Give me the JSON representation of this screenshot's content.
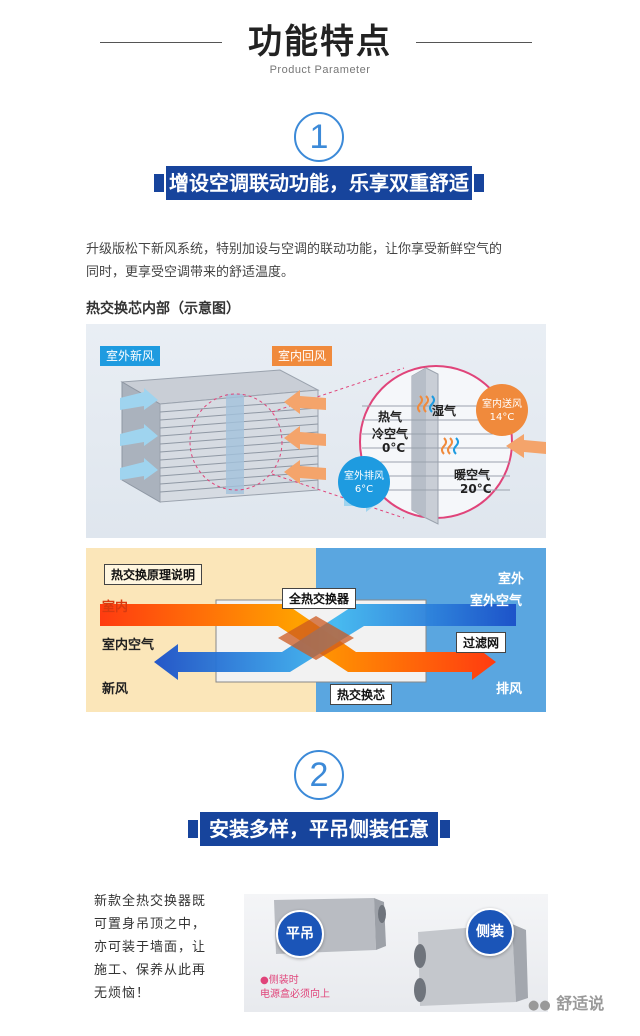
{
  "header": {
    "title": "功能特点",
    "subtitle": "Product Parameter"
  },
  "section1": {
    "number": "1",
    "banner": "增设空调联动功能，乐享双重舒适",
    "paragraph_line1": "升级版松下新风系统，特别加设与空调的联动功能，让你享受新鲜空气的",
    "paragraph_line2": "同时，更享受空调带来的舒适温度。",
    "subhead": "热交换芯内部（示意图）"
  },
  "diagram1": {
    "tag_outdoor": "室外新风",
    "tag_indoor_return": "室内回风",
    "humid": "湿气",
    "hot": "热气",
    "cold_air": "冷空气",
    "cold_temp": "0°C",
    "warm_air": "暖空气",
    "warm_temp": "20°C",
    "supply_label": "室内送风",
    "supply_temp": "14°C",
    "exhaust_label": "室外排风",
    "exhaust_temp": "6°C",
    "colors": {
      "blue_tag": "#1e9be0",
      "orange_tag": "#f08a3c",
      "pink": "#e0447a"
    }
  },
  "diagram2": {
    "title": "热交换原理说明",
    "left_indoor": "室内",
    "left_indoor_air": "室内空气",
    "left_fresh": "新风",
    "right_outdoor": "室外",
    "right_outdoor_air": "室外空气",
    "right_exhaust": "排风",
    "exchanger": "全热交换器",
    "filter": "过滤网",
    "core": "热交换芯"
  },
  "section2": {
    "number": "2",
    "banner": "安装多样，平吊侧装任意",
    "text_lines": [
      "新款全热交换器既",
      "可置身吊顶之中，",
      "亦可装于墙面，让",
      "施工、保养从此再",
      "无烦恼！"
    ],
    "bubble_ceiling": "平吊",
    "bubble_side": "侧装",
    "note_line1": "●侧装时",
    "note_line2": "电源盒必须向上"
  },
  "watermark": "舒适说"
}
